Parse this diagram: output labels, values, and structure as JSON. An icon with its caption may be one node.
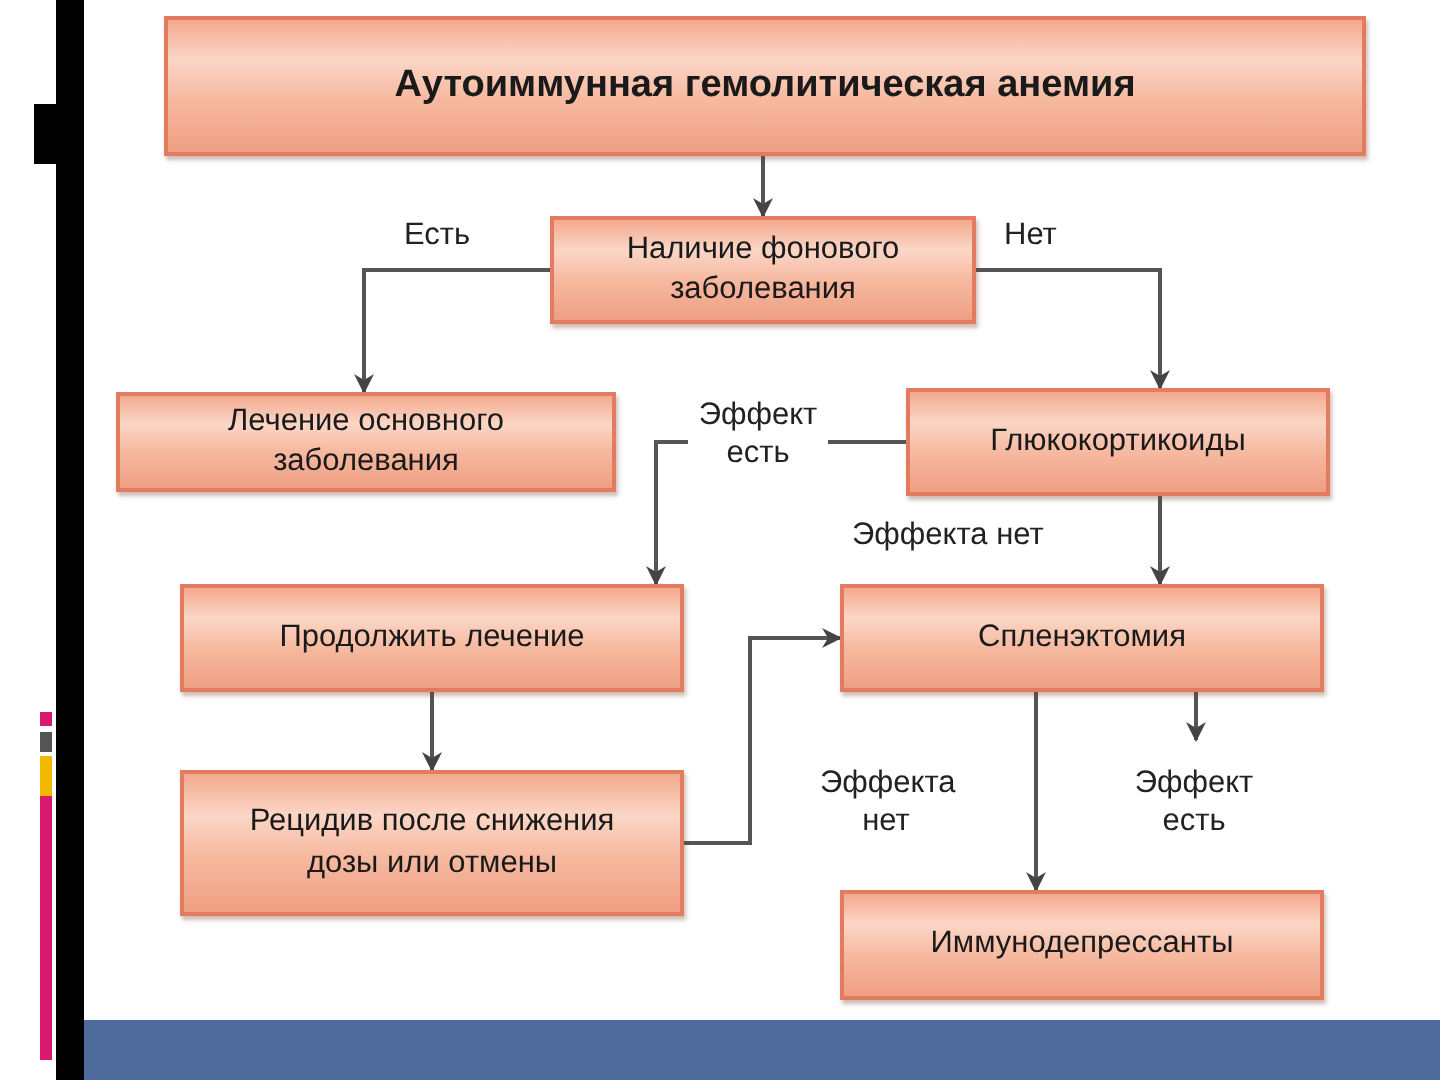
{
  "diagram": {
    "nodes": [
      {
        "text": [
          "Аутоиммунная гемолитическая анемия"
        ]
      },
      {
        "text": [
          "Наличие фонового заболевания"
        ]
      },
      {
        "text": [
          "Лечение основного заболевания"
        ]
      },
      {
        "text": [
          "Глюкокортикоиды"
        ]
      },
      {
        "text": [
          "Продолжить лечение"
        ]
      },
      {
        "text": [
          "Спленэктомия"
        ]
      },
      {
        "text": [
          "Рецидив после снижения дозы или отмены"
        ]
      },
      {
        "text": [
          "Иммунодепрессанты"
        ]
      }
    ],
    "edges": [
      {
        "from": 0,
        "to": 1,
        "arrow": "to"
      },
      {
        "from": 1,
        "to": 2,
        "arrow": "to",
        "label": "Есть"
      },
      {
        "from": 1,
        "to": 3,
        "arrow": "to",
        "label": "Нет"
      },
      {
        "from": 3,
        "to": 4,
        "arrow": "to",
        "label": "Эффект есть"
      },
      {
        "from": 3,
        "to": 5,
        "arrow": "to",
        "label": "Эффекта нет"
      },
      {
        "from": 4,
        "to": 6,
        "arrow": "to"
      },
      {
        "from": 6,
        "to": 5,
        "arrow": "to"
      },
      {
        "from": 5,
        "to": 7,
        "arrow": "to",
        "label": "Эффекта нет"
      },
      {
        "from": 5,
        "to": null,
        "arrow": "to",
        "label": "Эффект есть"
      }
    ]
  }
}
